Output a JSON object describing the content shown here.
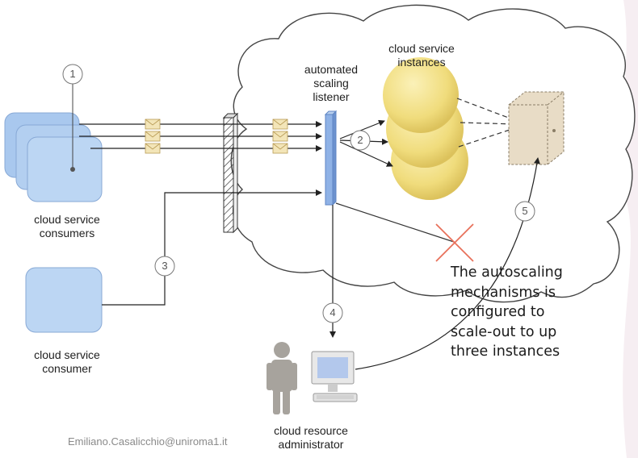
{
  "labels": {
    "consumers": "cloud service\nconsumers",
    "consumer": "cloud service\nconsumer",
    "listener": "automated\nscaling\nlistener",
    "instances": "cloud service\ninstances",
    "administrator": "cloud resource\nadministrator"
  },
  "steps": [
    "1",
    "2",
    "3",
    "4",
    "5"
  ],
  "note_lines": [
    "The autoscaling",
    "mechanisms is",
    "configured to",
    "scale-out to up",
    "three instances"
  ],
  "footer": "Emiliano.Casalicchio@uniroma1.it",
  "colors": {
    "consumer_fill": "#a9c8ee",
    "listener_fill": "#8fb2e6",
    "instance_fill": "#f0dc7c",
    "cross": "#e8705a",
    "server_fill": "#e8dcc6"
  },
  "icons": [
    "envelope-icon",
    "person-icon",
    "computer-icon",
    "server-icon"
  ]
}
